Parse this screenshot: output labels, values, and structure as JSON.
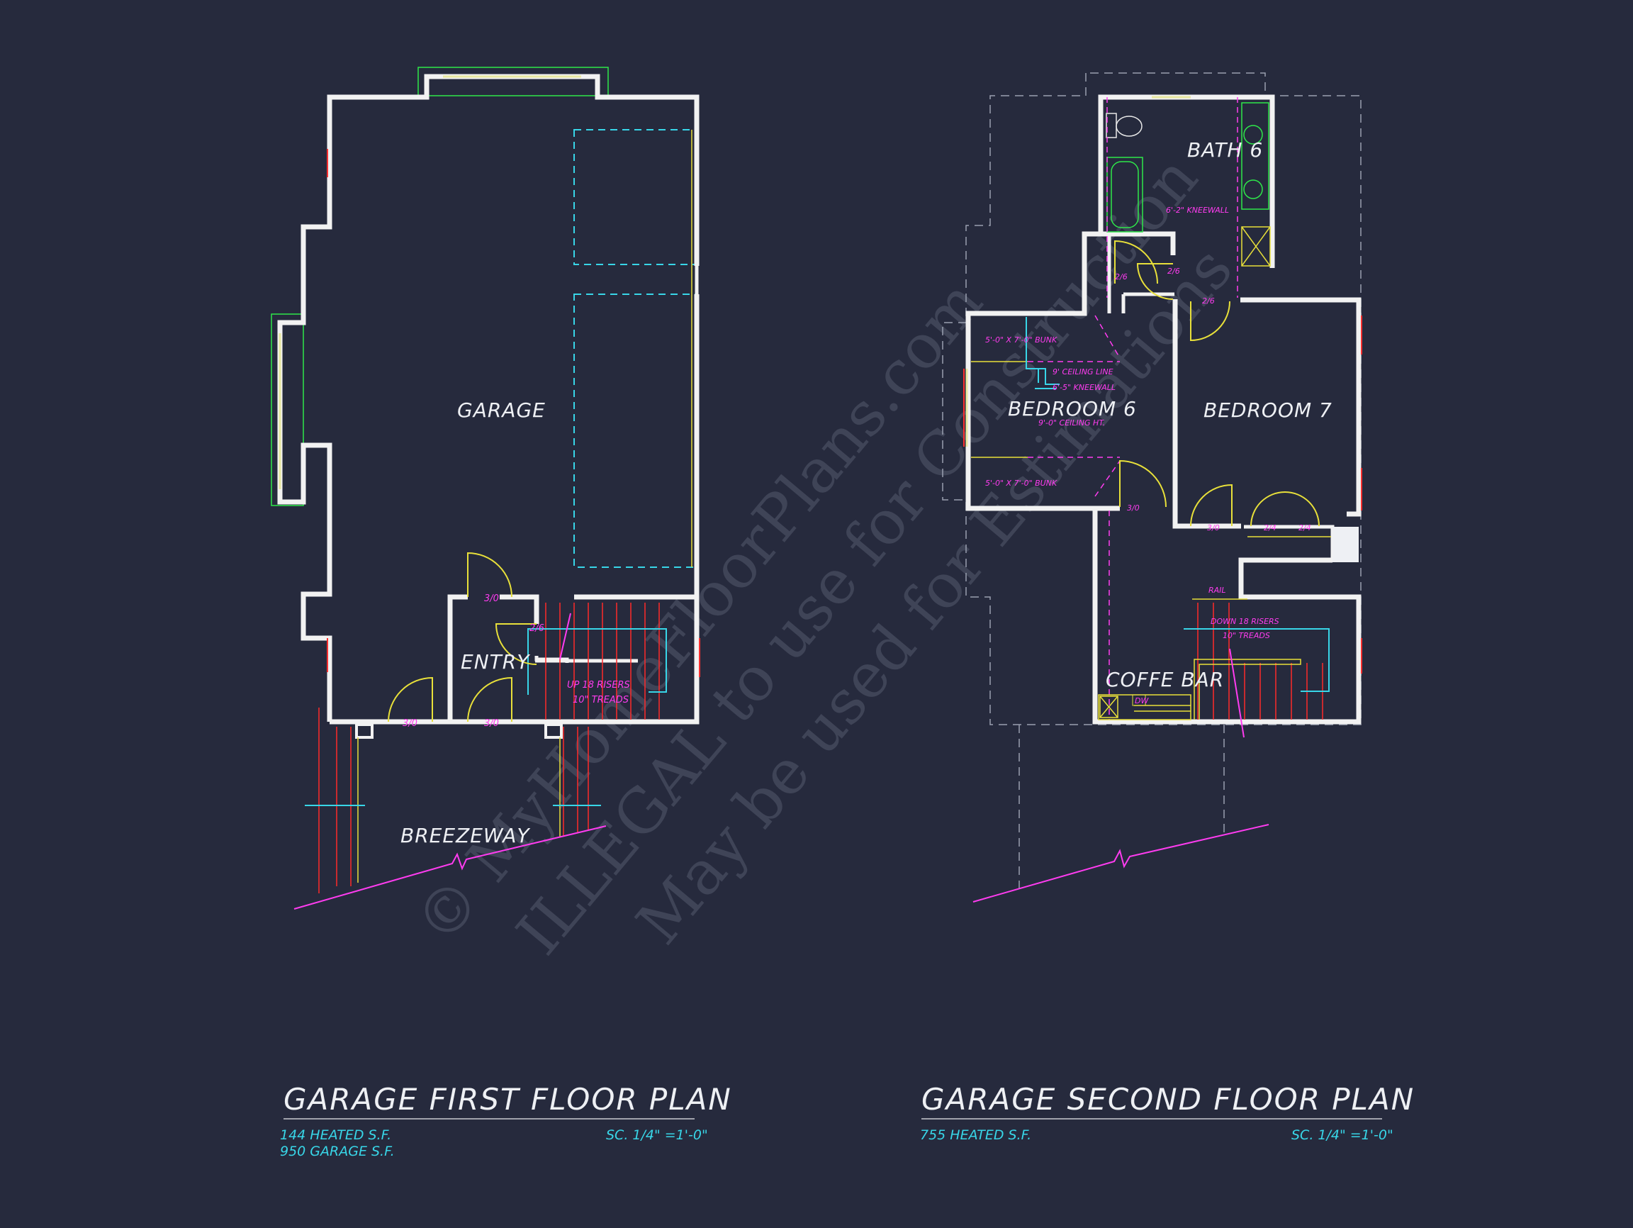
{
  "watermark": {
    "line1": "© MyHomeFloorPlans.com",
    "line2": "ILLEGAL to use for Construction",
    "line3": "May be used for Estimations"
  },
  "first_floor": {
    "title": "GARAGE FIRST FLOOR PLAN",
    "heated": "144 HEATED S.F.",
    "garage_sf": "950 GARAGE S.F.",
    "scale": "SC. 1/4\" =1'-0\"",
    "rooms": {
      "garage": "GARAGE",
      "entry": "ENTRY",
      "breezeway": "BREEZEWAY"
    },
    "tags": {
      "door_entry_top": "3/0",
      "door_closet": "2/6",
      "door_garage_bottom": "3/0",
      "door_entry_bottom": "3/0",
      "stair_risers": "UP 18 RISERS",
      "stair_treads": "10\" TREADS"
    }
  },
  "second_floor": {
    "title": "GARAGE SECOND FLOOR PLAN",
    "heated": "755 HEATED S.F.",
    "scale": "SC. 1/4\" =1'-0\"",
    "rooms": {
      "bath": "BATH 6",
      "bed6": "BEDROOM 6",
      "bed7": "BEDROOM 7",
      "coffee_bar": "COFFE BAR"
    },
    "tags": {
      "kneewall_bath": "6'-2\" KNEEWALL",
      "bunk_top": "5'-0\" X 7'-0\" BUNK",
      "ceiling_line": "9' CEILING LINE",
      "kneewall_bed": "6'-5\" KNEEWALL",
      "ceiling_ht": "9'-0\" CEILING HT.",
      "bunk_bottom": "5'-0\" X 7'-0\" BUNK",
      "door_hall_1": "2/6",
      "door_hall_2": "2/6",
      "door_bed7_top": "2/6",
      "door_bed6": "3/0",
      "door_bed7": "3/0",
      "door_closet_1": "2/4",
      "door_closet_2": "2/4",
      "rail": "RAIL",
      "stair_risers": "DOWN 18 RISERS",
      "stair_treads": "10\" TREADS",
      "dw": "DW"
    }
  }
}
